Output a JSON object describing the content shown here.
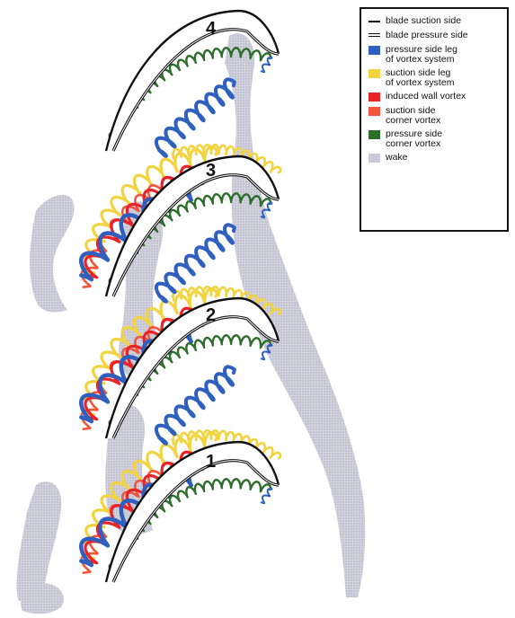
{
  "blades": [
    {
      "label": "1"
    },
    {
      "label": "2"
    },
    {
      "label": "3"
    },
    {
      "label": "4"
    }
  ],
  "legend": [
    {
      "label": "blade suction side",
      "swatch": "line",
      "color": "#111111"
    },
    {
      "label": "blade pressure side",
      "swatch": "double-line",
      "color": "#111111"
    },
    {
      "label": "pressure side leg\nof vortex system",
      "swatch": "box",
      "color": "#2f5fbf"
    },
    {
      "label": "suction side leg\nof vortex system",
      "swatch": "box",
      "color": "#f2d340"
    },
    {
      "label": "induced wall vortex",
      "swatch": "box",
      "color": "#e8232a"
    },
    {
      "label": "suction side\ncorner vortex",
      "swatch": "box",
      "color": "#f2553a"
    },
    {
      "label": "pressure side\ncorner vortex",
      "swatch": "box",
      "color": "#2e6e2b"
    },
    {
      "label": "wake",
      "swatch": "box",
      "color": "#c9c9d8"
    }
  ],
  "colors": {
    "pressure_leg": "#2f5fbf",
    "suction_leg": "#f2d340",
    "induced_wall": "#e8232a",
    "suction_corner": "#f2553a",
    "pressure_corner": "#2e6e2b",
    "wake": "#c9c9d8"
  }
}
